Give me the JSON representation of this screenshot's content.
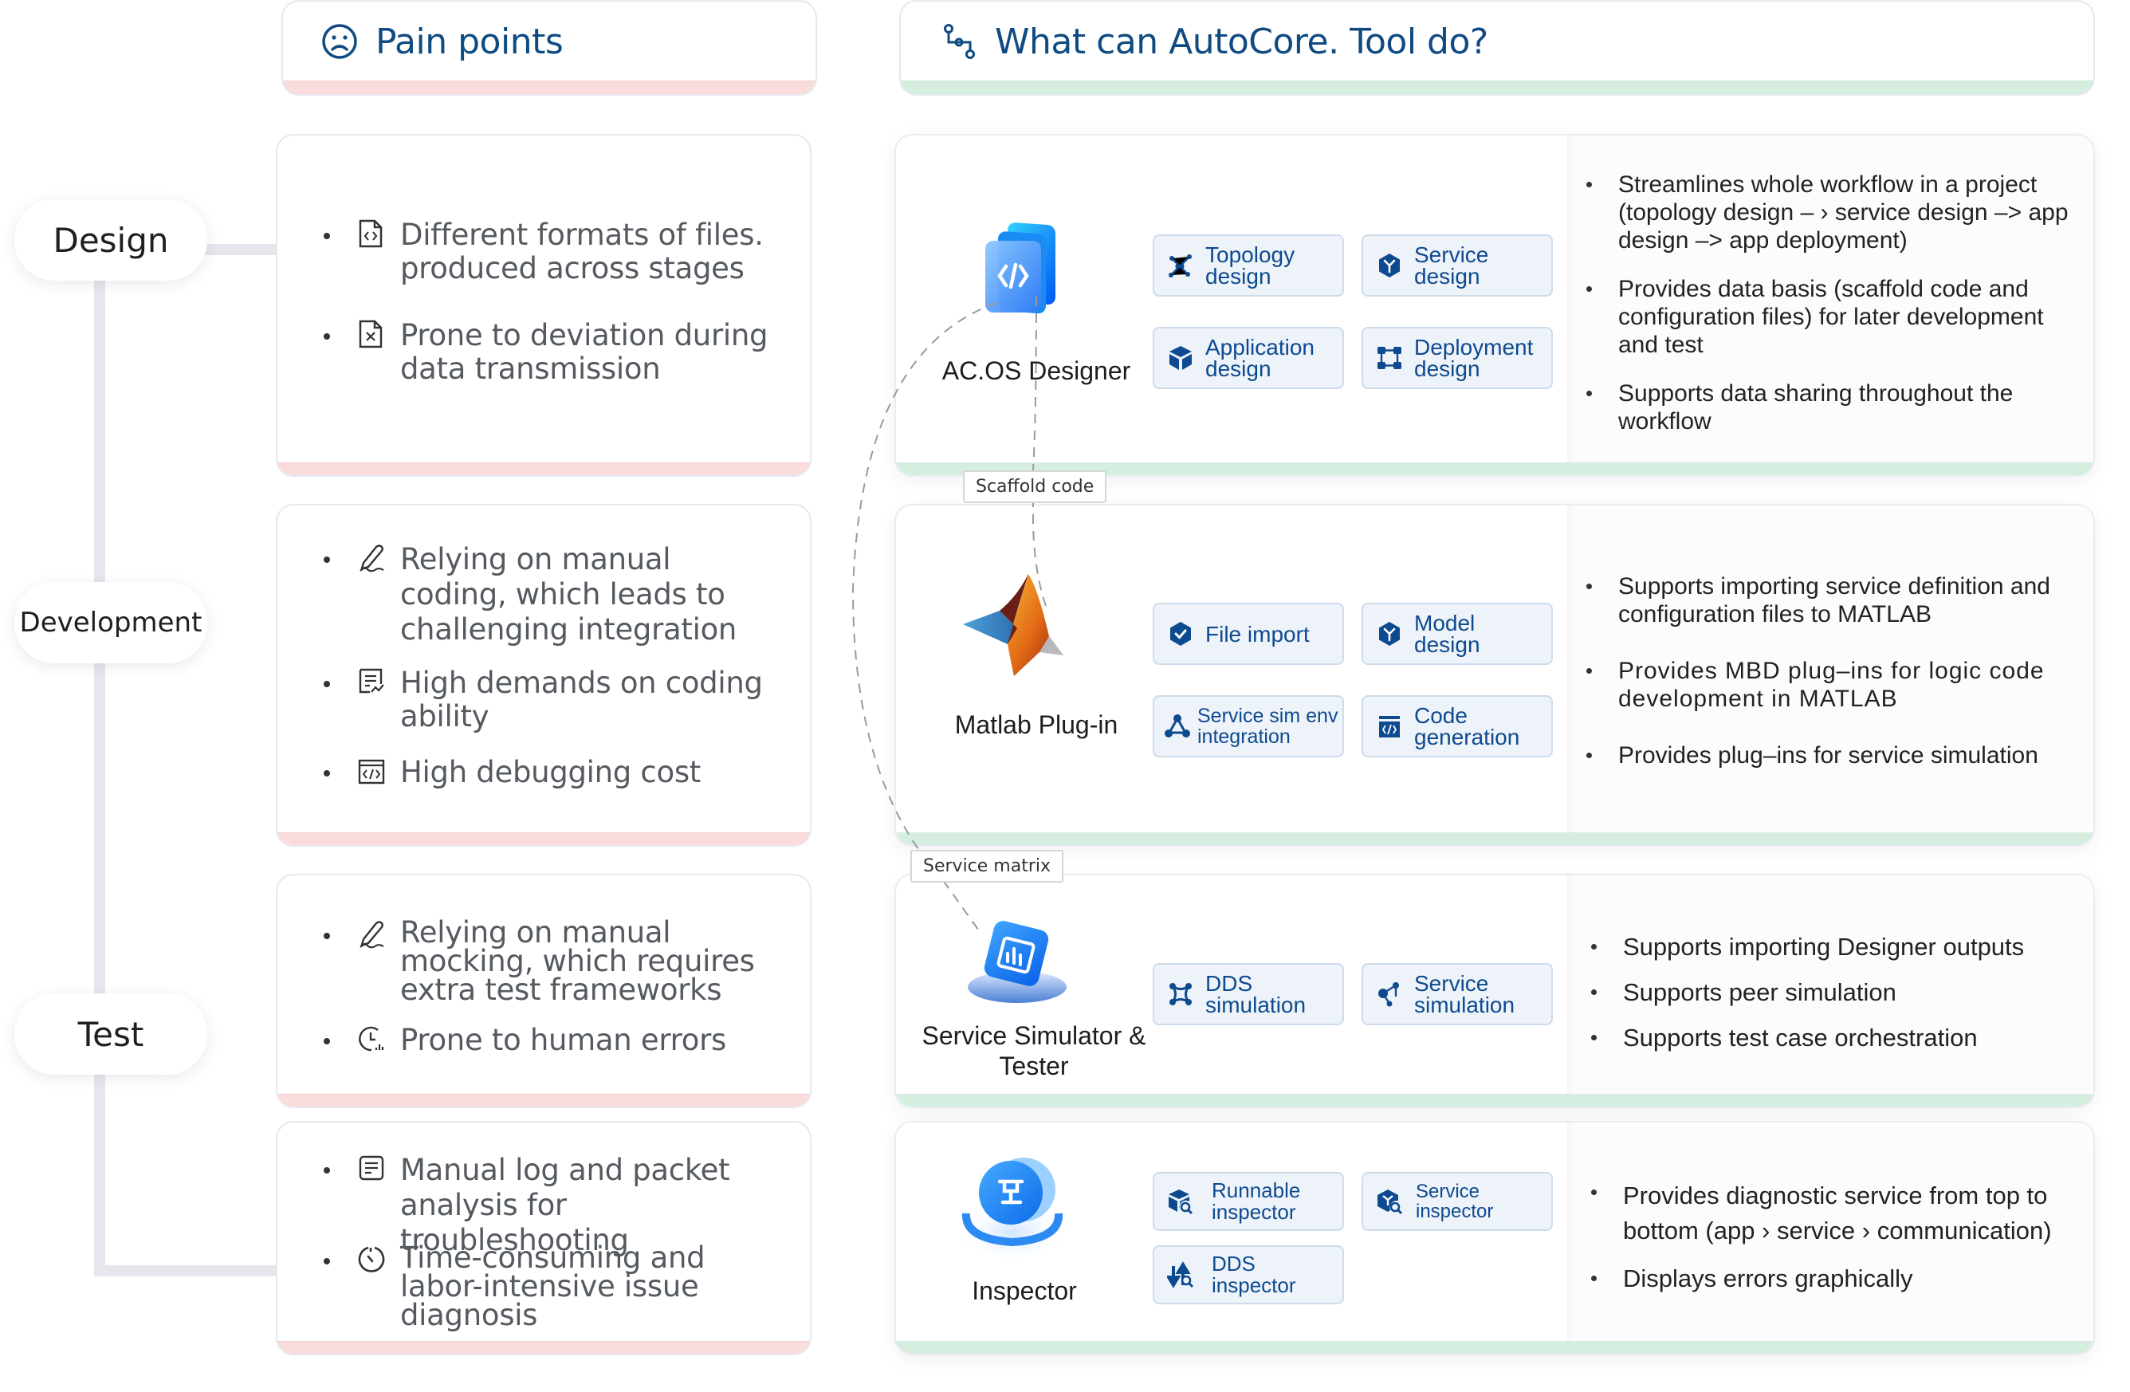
{
  "headers": {
    "pain_points": {
      "title": "Pain points",
      "icon": "sad-face-icon"
    },
    "tools": {
      "title": "What can AutoCore. Tool do?",
      "icon": "flow-route-icon"
    }
  },
  "stages": [
    {
      "label": "Design"
    },
    {
      "label": "Development"
    },
    {
      "label": "Test"
    }
  ],
  "pain_cards": [
    {
      "items": [
        {
          "icon": "code-file-icon",
          "text": "Different formats of files. produced across stages"
        },
        {
          "icon": "error-file-icon",
          "text": "Prone to deviation during data transmission"
        }
      ]
    },
    {
      "items": [
        {
          "icon": "signature-pen-icon",
          "text": "Relying on manual coding, which leads to challenging integration"
        },
        {
          "icon": "document-chart-icon",
          "text": "High demands on coding ability"
        },
        {
          "icon": "code-window-icon",
          "text": "High debugging cost"
        }
      ]
    },
    {
      "items": [
        {
          "icon": "signature-pen-icon",
          "text": "Relying on manual mocking, which requires extra test frameworks"
        },
        {
          "icon": "clock-stats-icon",
          "text": "Prone to human errors"
        }
      ]
    },
    {
      "items": [
        {
          "icon": "log-document-icon",
          "text": "Manual log and packet analysis for troubleshooting"
        },
        {
          "icon": "timer-icon",
          "text": "Time-consuming and labor-intensive issue diagnosis"
        }
      ]
    }
  ],
  "tools": [
    {
      "name": "AC.OS Designer",
      "logo": "designer-logo-icon",
      "chips": [
        {
          "icon": "topology-icon",
          "label": "Topology design"
        },
        {
          "icon": "service-cube-icon",
          "label": "Service design"
        },
        {
          "icon": "application-cube-icon",
          "label": "Application design"
        },
        {
          "icon": "deployment-icon",
          "label": "Deployment design"
        }
      ],
      "features": [
        "Streamlines whole workflow in a project (topology design – › service design –> app design –> app deployment)",
        "Provides data basis (scaffold code and configuration files) for later development and test",
        "Supports data sharing throughout the workflow"
      ]
    },
    {
      "name": "Matlab Plug-in",
      "logo": "matlab-logo-icon",
      "chips": [
        {
          "icon": "shield-check-icon",
          "label": "File import"
        },
        {
          "icon": "model-cube-icon",
          "label": "Model design"
        },
        {
          "icon": "network-triangle-icon",
          "label": "Service sim env integration"
        },
        {
          "icon": "code-generation-icon",
          "label": "Code generation"
        }
      ],
      "features": [
        "Supports importing service definition and configuration files to MATLAB",
        "Provides MBD plug–ins for logic code development in MATLAB",
        "Provides plug–ins for service simulation"
      ]
    },
    {
      "name": "Service Simulator & Tester",
      "logo": "simulator-logo-icon",
      "chips": [
        {
          "icon": "dds-nodes-icon",
          "label": "DDS simulation"
        },
        {
          "icon": "service-nodes-icon",
          "label": "Service simulation"
        }
      ],
      "features": [
        "Supports importing Designer outputs",
        "Supports peer simulation",
        "Supports test case orchestration"
      ]
    },
    {
      "name": "Inspector",
      "logo": "inspector-logo-icon",
      "chips": [
        {
          "icon": "runnable-inspect-icon",
          "label": "Runnable inspector"
        },
        {
          "icon": "service-inspect-icon",
          "label": "Service inspector"
        },
        {
          "icon": "dds-inspect-icon",
          "label": "DDS inspector"
        }
      ],
      "features": [
        "Provides diagnostic service from top to bottom (app › service › communication)",
        "Displays errors graphically"
      ]
    }
  ],
  "connectors": [
    {
      "label": "Scaffold code",
      "from": "AC.OS Designer",
      "to": "Matlab Plug-in"
    },
    {
      "label": "Service matrix",
      "from": "AC.OS Designer",
      "to": "Service Simulator & Tester"
    }
  ],
  "colors": {
    "heading_blue": "#0f4b82",
    "chip_text": "#0d4a8f",
    "chip_bg": "#eef3f9",
    "pain_bar": "#fbdcdc",
    "tool_bar": "#d6eedf"
  }
}
